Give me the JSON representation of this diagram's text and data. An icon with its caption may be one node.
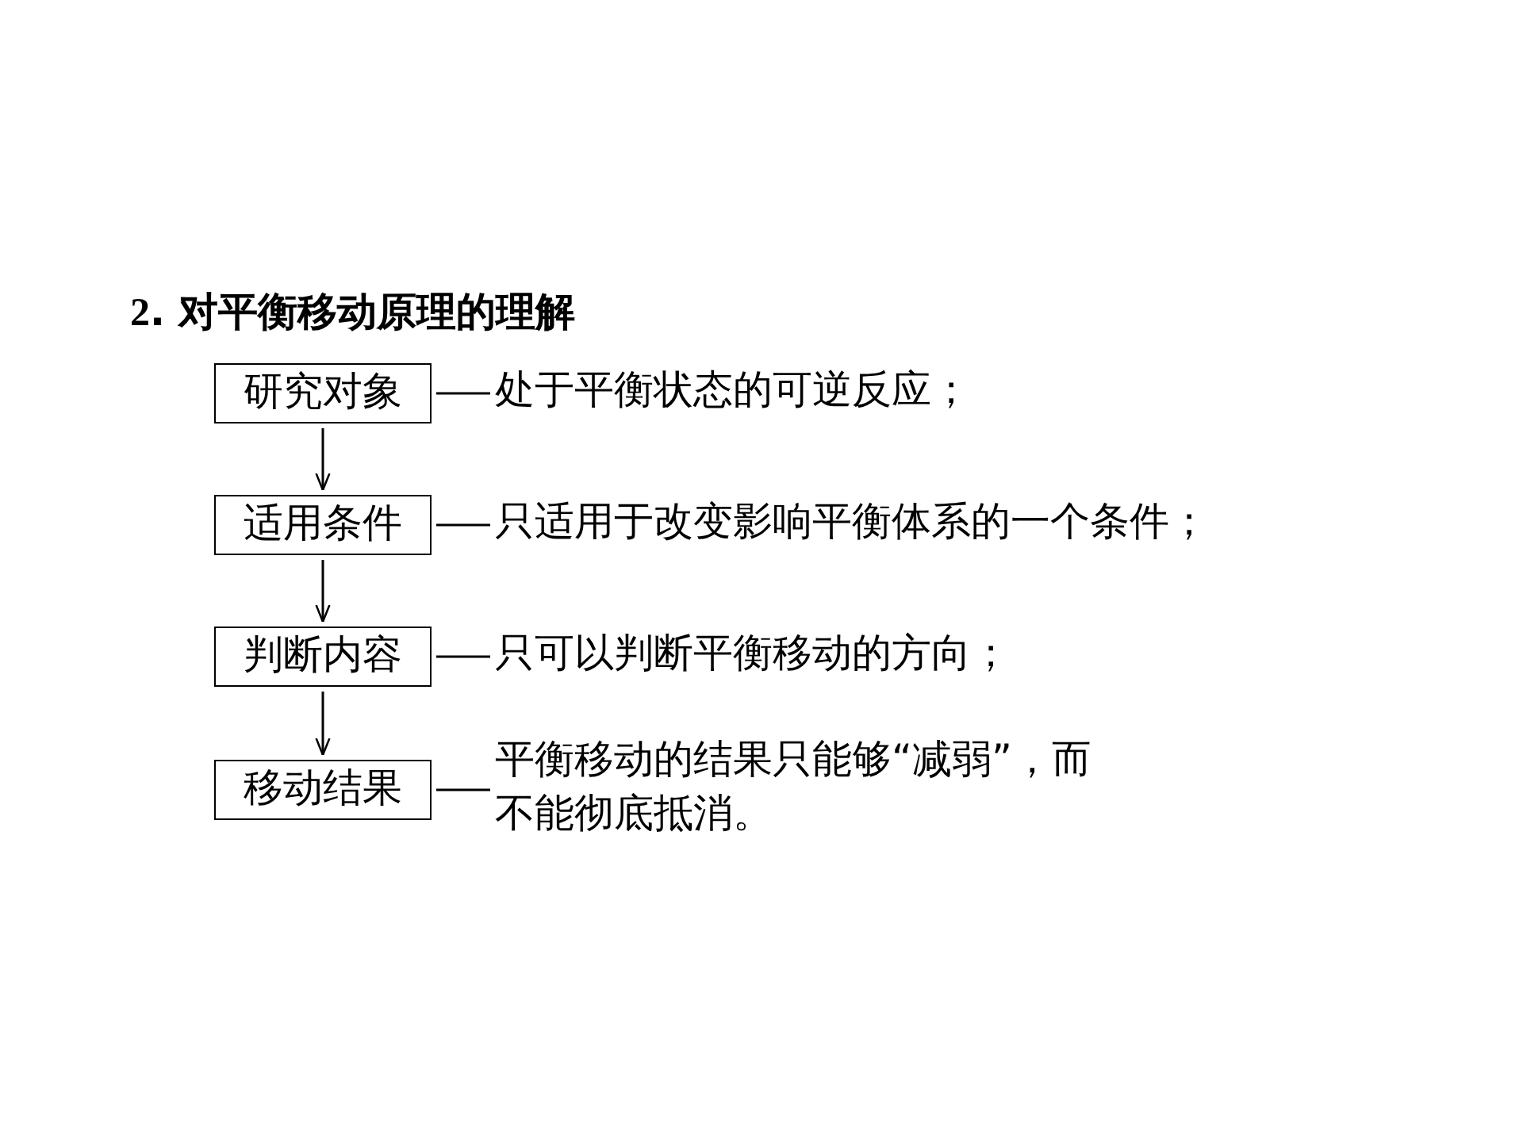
{
  "diagram": {
    "title": "**2**. 对平衡移动原理的理解",
    "nodes": [
      {
        "text": [
          "研究对象"
        ]
      },
      {
        "text": [
          "适用条件"
        ]
      },
      {
        "text": [
          "判断内容"
        ]
      },
      {
        "text": [
          "移动结果"
        ]
      },
      {
        "text": [
          "处于平衡状态的可逆反应；"
        ]
      },
      {
        "text": [
          "只适用于改变影响平衡体系的一个条件；"
        ]
      },
      {
        "text": [
          "只可以判断平衡移动的方向；"
        ]
      },
      {
        "text": [
          "平衡移动的结果只能够“减弱”，而不能彻底抵消。"
        ]
      }
    ],
    "edges": [
      {
        "from": 0,
        "to": 1,
        "arrow": "to"
      },
      {
        "from": 1,
        "to": 2,
        "arrow": "to"
      },
      {
        "from": 2,
        "to": 3,
        "arrow": "to"
      },
      {
        "from": 0,
        "to": 4,
        "arrow": "none"
      },
      {
        "from": 1,
        "to": 5,
        "arrow": "none"
      },
      {
        "from": 2,
        "to": 6,
        "arrow": "none"
      },
      {
        "from": 3,
        "to": 7,
        "arrow": "none"
      }
    ]
  }
}
